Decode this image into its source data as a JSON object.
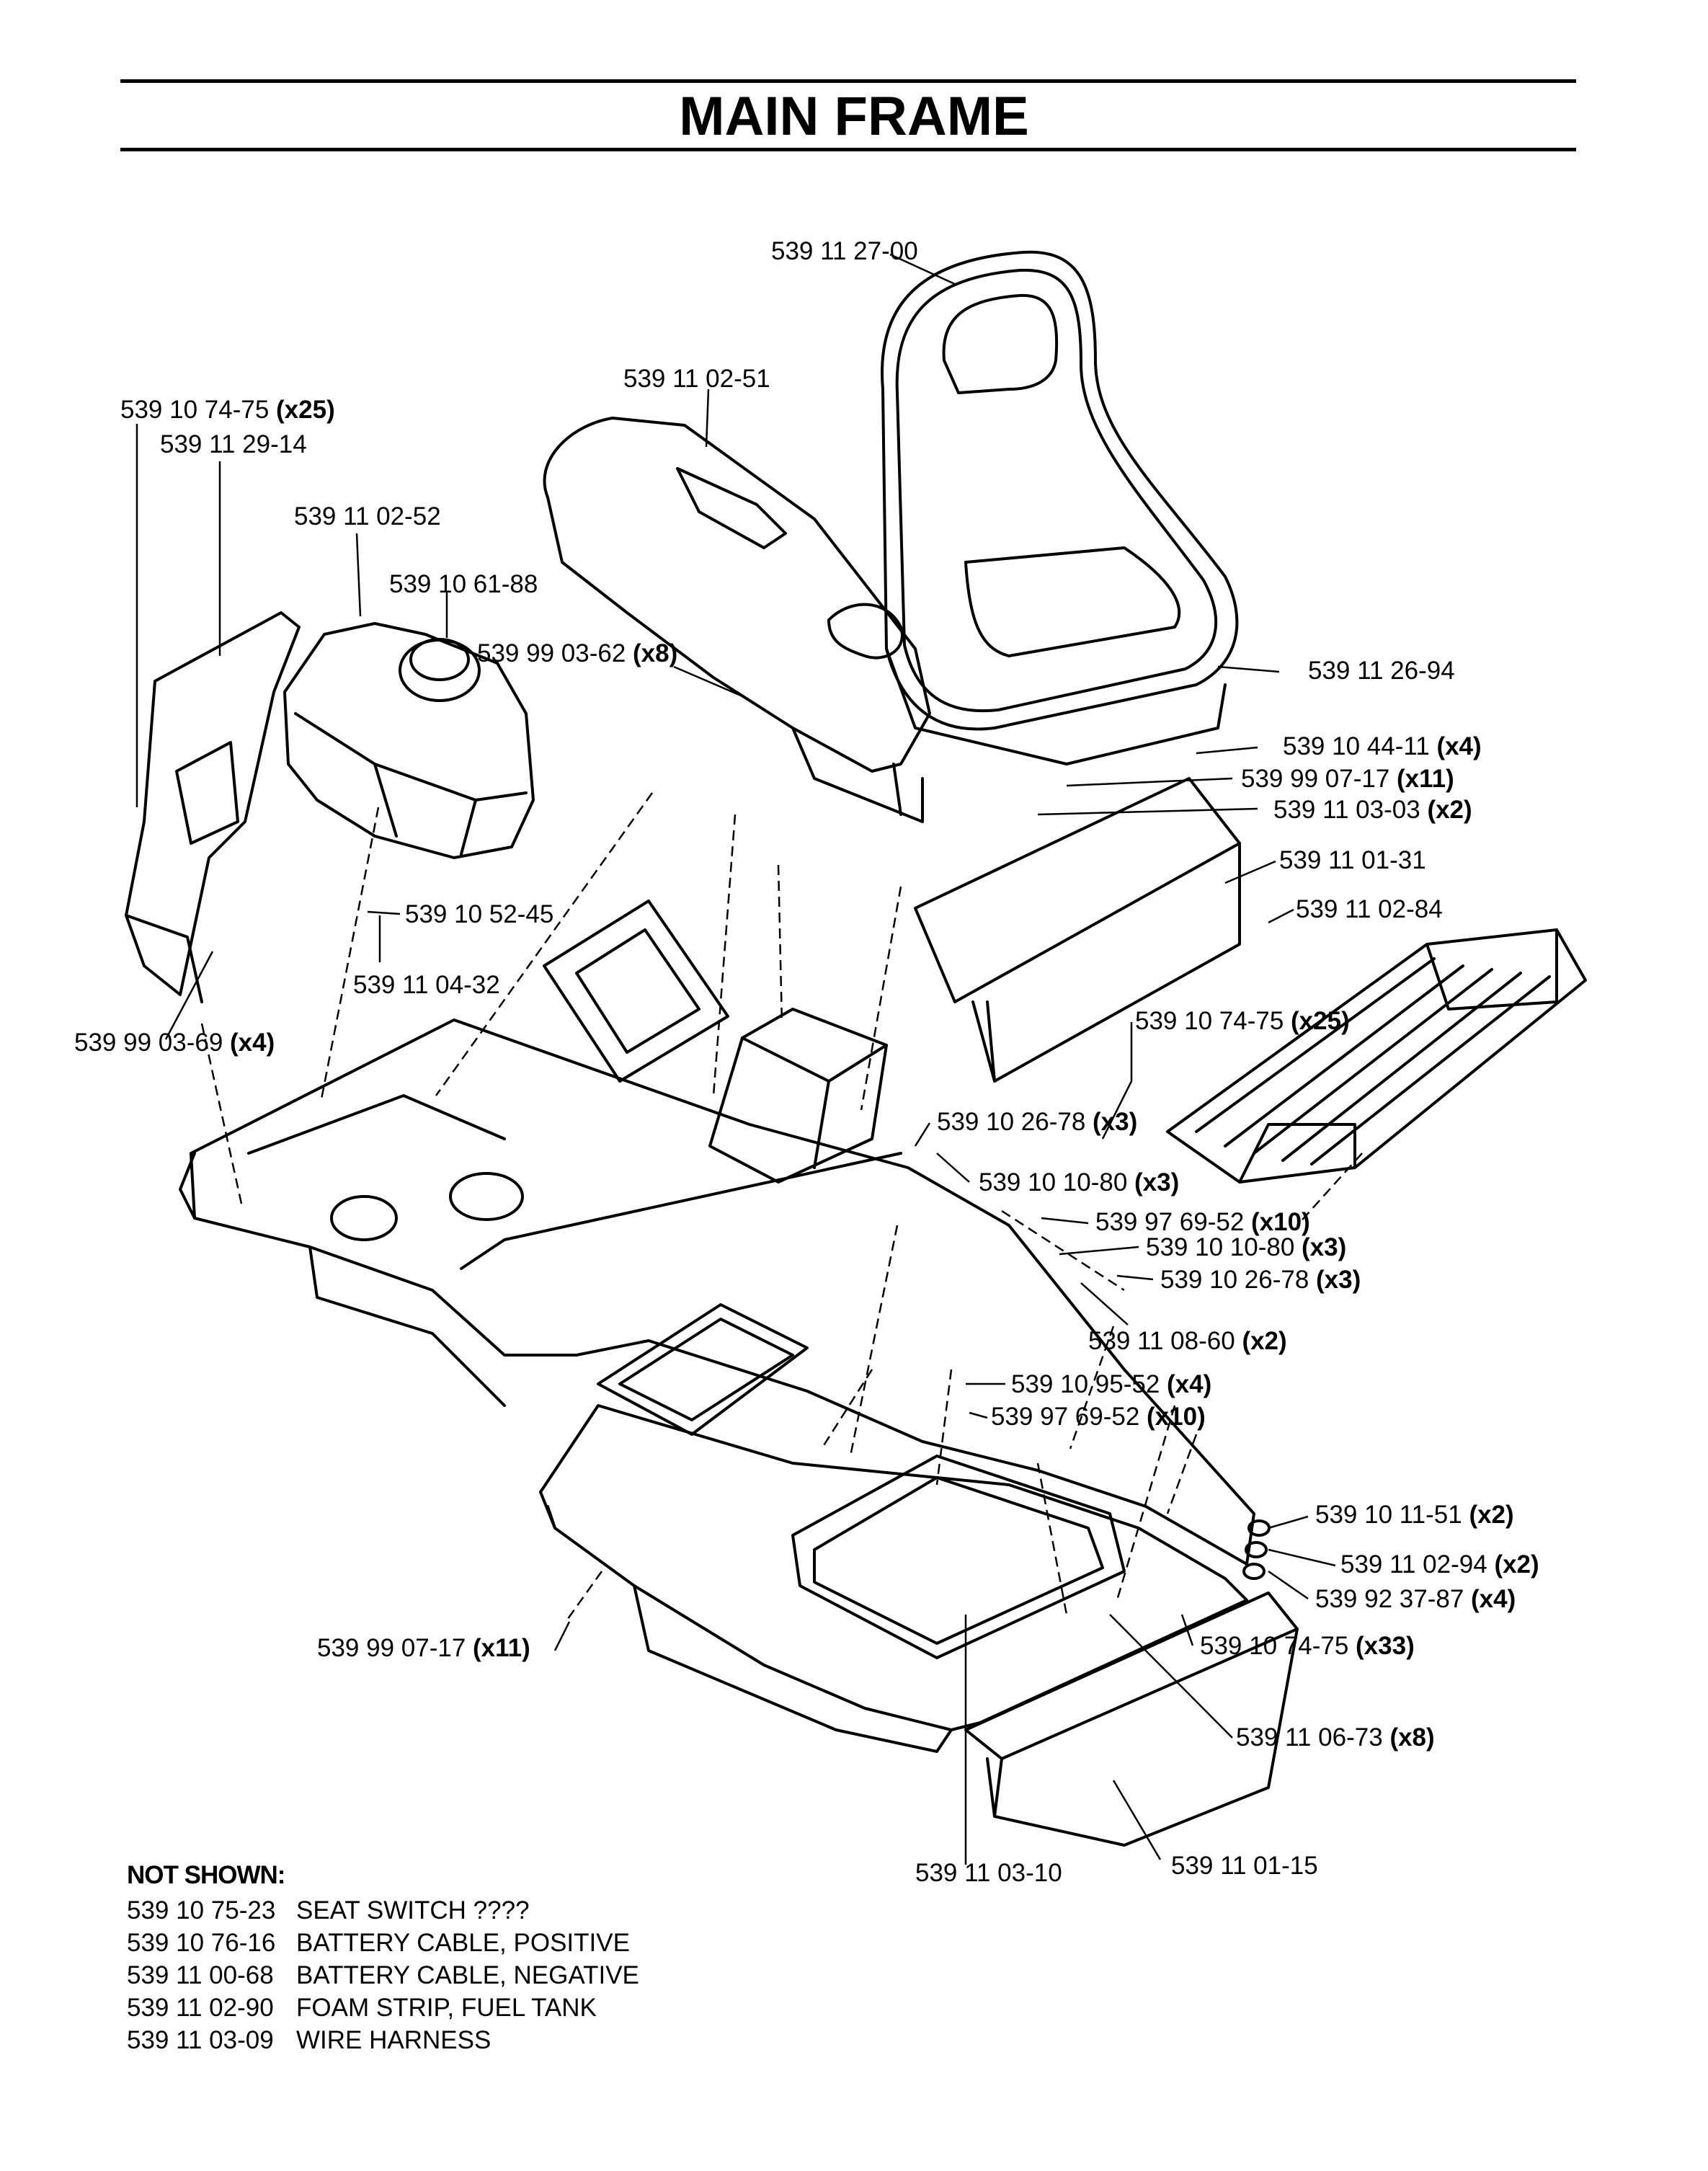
{
  "title": "MAIN FRAME",
  "callouts": [
    {
      "id": "seat",
      "part": "539 11 27-00",
      "qty": ""
    },
    {
      "id": "console",
      "part": "539 11 02-51",
      "qty": ""
    },
    {
      "id": "bolt-a",
      "part": "539 10 74-75",
      "qty": "(x25)"
    },
    {
      "id": "fender-left",
      "part": "539 11 29-14",
      "qty": ""
    },
    {
      "id": "fuel-tank",
      "part": "539 11 02-52",
      "qty": ""
    },
    {
      "id": "fuel-cap",
      "part": "539 10 61-88",
      "qty": ""
    },
    {
      "id": "screw-console",
      "part": "539 99 03-62",
      "qty": "(x8)"
    },
    {
      "id": "seat-bracket",
      "part": "539 11 26-94",
      "qty": ""
    },
    {
      "id": "knob",
      "part": "539 10 44-11",
      "qty": "(x4)"
    },
    {
      "id": "nut-a",
      "part": "539 99 07-17",
      "qty": "(x11)"
    },
    {
      "id": "pin",
      "part": "539 11 03-03",
      "qty": "(x2)"
    },
    {
      "id": "seat-plate",
      "part": "539 11 01-31",
      "qty": ""
    },
    {
      "id": "foot-plate",
      "part": "539 11 02-84",
      "qty": ""
    },
    {
      "id": "grommet",
      "part": "539 10 52-45",
      "qty": ""
    },
    {
      "id": "valve",
      "part": "539 11 04-32",
      "qty": ""
    },
    {
      "id": "bolt-b",
      "part": "539 10 74-75",
      "qty": "(x25)"
    },
    {
      "id": "screw-fender",
      "part": "539 99 03-69",
      "qty": "(x4)"
    },
    {
      "id": "switch-a",
      "part": "539 10 26-78",
      "qty": "(x3)"
    },
    {
      "id": "spacer-a",
      "part": "539 10 10-80",
      "qty": "(x3)"
    },
    {
      "id": "rivet-a",
      "part": "539 97 69-52",
      "qty": "(x10)"
    },
    {
      "id": "spacer-b",
      "part": "539 10 10-80",
      "qty": "(x3)"
    },
    {
      "id": "switch-b",
      "part": "539 10 26-78",
      "qty": "(x3)"
    },
    {
      "id": "bracket",
      "part": "539 11 08-60",
      "qty": "(x2)"
    },
    {
      "id": "clip",
      "part": "539 10 95-52",
      "qty": "(x4)"
    },
    {
      "id": "rivet-b",
      "part": "539 97 69-52",
      "qty": "(x10)"
    },
    {
      "id": "washer-a",
      "part": "539 10 11-51",
      "qty": "(x2)"
    },
    {
      "id": "washer-b",
      "part": "539 11 02-94",
      "qty": "(x2)"
    },
    {
      "id": "washer-c",
      "part": "539 92 37-87",
      "qty": "(x4)"
    },
    {
      "id": "nut-b",
      "part": "539 99 07-17",
      "qty": "(x11)"
    },
    {
      "id": "bolt-c",
      "part": "539 10 74-75",
      "qty": "(x33)"
    },
    {
      "id": "plug",
      "part": "539 11 06-73",
      "qty": "(x8)"
    },
    {
      "id": "main-frame",
      "part": "539 11 03-10",
      "qty": ""
    },
    {
      "id": "rear-panel",
      "part": "539 11 01-15",
      "qty": ""
    }
  ],
  "not_shown": {
    "heading": "NOT SHOWN:",
    "items": [
      {
        "part": "539 10 75-23",
        "desc": "SEAT SWITCH ????"
      },
      {
        "part": "539 10 76-16",
        "desc": "BATTERY CABLE, POSITIVE"
      },
      {
        "part": "539 11 00-68",
        "desc": "BATTERY CABLE, NEGATIVE"
      },
      {
        "part": "539 11 02-90",
        "desc": "FOAM STRIP, FUEL TANK"
      },
      {
        "part": "539 11 03-09",
        "desc": "WIRE HARNESS"
      }
    ]
  }
}
